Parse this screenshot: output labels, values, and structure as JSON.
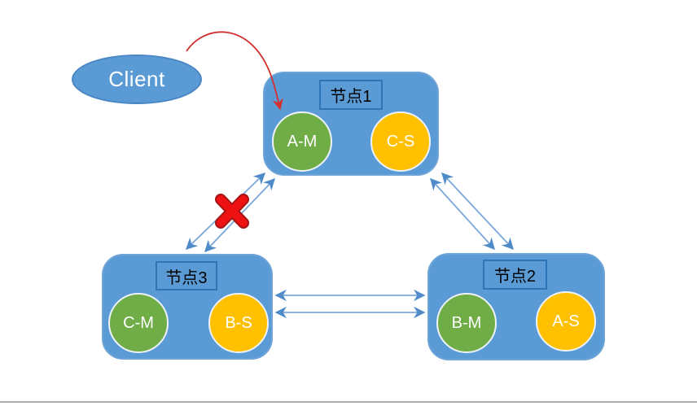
{
  "diagram": {
    "title_hint": "redis-cluster-topology",
    "client": {
      "label": "Client",
      "request_target": "A-M"
    },
    "nodes": [
      {
        "label": "节点1",
        "circles": [
          {
            "label": "A-M",
            "role": "master"
          },
          {
            "label": "C-S",
            "role": "slave"
          }
        ]
      },
      {
        "label": "节点2",
        "circles": [
          {
            "label": "B-M",
            "role": "master"
          },
          {
            "label": "A-S",
            "role": "slave"
          }
        ]
      },
      {
        "label": "节点3",
        "circles": [
          {
            "label": "C-M",
            "role": "master"
          },
          {
            "label": "B-S",
            "role": "slave"
          }
        ]
      }
    ],
    "links": [
      {
        "from": "节点1",
        "to": "节点3",
        "style": "double-bidirectional-arrow",
        "status": "broken"
      },
      {
        "from": "节点1",
        "to": "节点2",
        "style": "double-bidirectional-arrow",
        "status": "ok"
      },
      {
        "from": "节点3",
        "to": "节点2",
        "style": "double-bidirectional-arrow",
        "status": "ok"
      }
    ],
    "colors": {
      "node_fill": "#5B9BD5",
      "label_box_border": "#2E75B6",
      "master_circle": "#70AD47",
      "slave_circle": "#FFC000",
      "arrow_blue": "#7BA7DB",
      "failure_red": "#EE1111",
      "divider_gray": "#ABABAB"
    }
  }
}
